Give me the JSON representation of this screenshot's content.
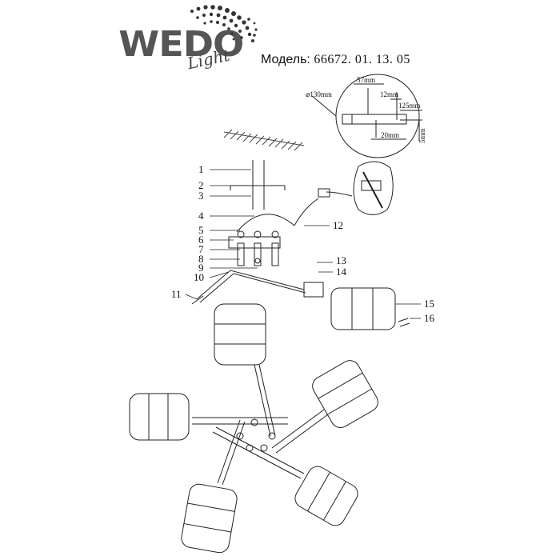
{
  "brand": {
    "name": "WEDO",
    "sub": "Light"
  },
  "model": {
    "label": "Модель:",
    "number": "66672. 01. 13. 05"
  },
  "detail": {
    "diameter": "⌀130mm",
    "d1": "57mm",
    "d2": "12mm",
    "d3": "125mm",
    "d4": "20mm",
    "d5": "5mm"
  },
  "parts": [
    "1",
    "2",
    "3",
    "4",
    "5",
    "6",
    "7",
    "8",
    "9",
    "10",
    "11",
    "12",
    "13",
    "14",
    "15",
    "16"
  ]
}
